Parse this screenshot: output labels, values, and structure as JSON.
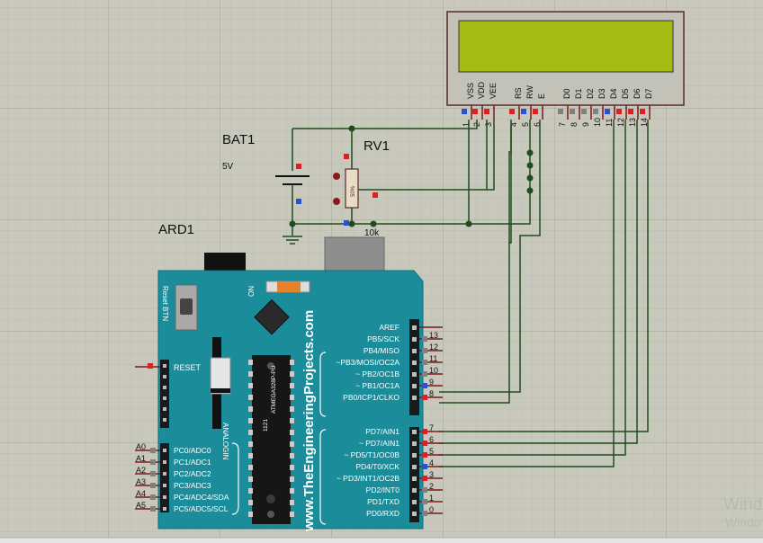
{
  "components": {
    "battery": {
      "ref": "BAT1",
      "value": "5V"
    },
    "pot": {
      "ref": "RV1",
      "value": "10k",
      "body_text": "50%"
    },
    "arduino": {
      "ref": "ARD1",
      "website": "www.TheEngineeringProjects.com",
      "reset_btn_label": "Reset BTN",
      "on_label": "ON",
      "reset_label": "RESET",
      "analogin_label": "ANALOGIN",
      "chip_text": [
        "ATMEGA328P-PU",
        "1121"
      ]
    },
    "lcd": {
      "screen_color": "#a4bc14",
      "pins": [
        {
          "num": "1",
          "name": "VSS",
          "color": "#2a50d8"
        },
        {
          "num": "2",
          "name": "VDD",
          "color": "#e02020"
        },
        {
          "num": "3",
          "name": "VEE",
          "color": "#e02020"
        },
        {
          "num": "4",
          "name": "RS",
          "color": "#e02020"
        },
        {
          "num": "5",
          "name": "RW",
          "color": "#2a50d8"
        },
        {
          "num": "6",
          "name": "E",
          "color": "#e02020"
        },
        {
          "num": "7",
          "name": "D0",
          "color": "#808080"
        },
        {
          "num": "8",
          "name": "D1",
          "color": "#808080"
        },
        {
          "num": "9",
          "name": "D2",
          "color": "#808080"
        },
        {
          "num": "10",
          "name": "D3",
          "color": "#808080"
        },
        {
          "num": "11",
          "name": "D4",
          "color": "#2a50d8"
        },
        {
          "num": "12",
          "name": "D5",
          "color": "#e02020"
        },
        {
          "num": "13",
          "name": "D6",
          "color": "#e02020"
        },
        {
          "num": "14",
          "name": "D7",
          "color": "#e02020"
        }
      ]
    }
  },
  "digital_top": [
    {
      "label": "AREF",
      "num": ""
    },
    {
      "label": "PB5/SCK",
      "num": "13"
    },
    {
      "label": "PB4/MISO",
      "num": "12"
    },
    {
      "label": "~PB3/MOSI/OC2A",
      "num": "11"
    },
    {
      "label": "~ PB2/OC1B",
      "num": "10"
    },
    {
      "label": "~ PB1/OC1A",
      "num": "9"
    },
    {
      "label": "PB0/ICP1/CLKO",
      "num": "8"
    }
  ],
  "digital_bottom": [
    {
      "label": "PD7/AIN1",
      "num": "7"
    },
    {
      "label": "~ PD7/AIN1",
      "num": "6"
    },
    {
      "label": "~ PD5/T1/OC0B",
      "num": "5"
    },
    {
      "label": "PD4/T0/XCK",
      "num": "4"
    },
    {
      "label": "~ PD3/INT1/OC2B",
      "num": "3"
    },
    {
      "label": "PD2/INT0",
      "num": "2"
    },
    {
      "label": "PD1/TXD",
      "num": "1"
    },
    {
      "label": "PD0/RXD",
      "num": "0"
    }
  ],
  "analog_pins": [
    {
      "num": "A0",
      "label": "PC0/ADC0"
    },
    {
      "num": "A1",
      "label": "PC1/ADC1"
    },
    {
      "num": "A2",
      "label": "PC2/ADC2"
    },
    {
      "num": "A3",
      "label": "PC3/ADC3"
    },
    {
      "num": "A4",
      "label": "PC4/ADC4/SDA"
    },
    {
      "num": "A5",
      "label": "PC5/ADC5/SCL"
    }
  ],
  "watermark": [
    "Wind",
    "Windo"
  ],
  "colors": {
    "wire": "#1d4d1d",
    "board": "#1b8c9a",
    "grid_fine": "#b7b7ab",
    "grid_major": "#9d9d90"
  }
}
